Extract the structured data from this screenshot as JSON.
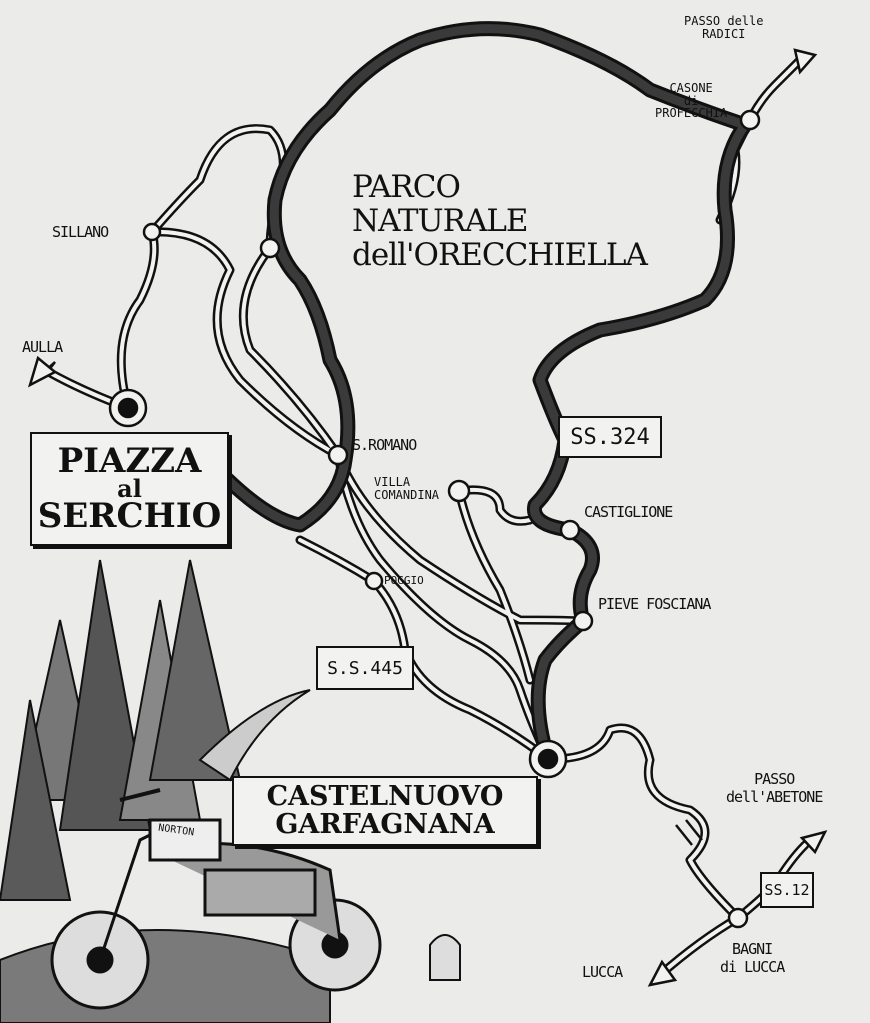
{
  "park": {
    "line1": "PARCO",
    "line2": "NATURALE",
    "line3": "dell'ORECCHIELLA"
  },
  "towns": {
    "piazza": {
      "line1": "PIAZZA",
      "line2": "al",
      "line3": "SERCHIO"
    },
    "castelnuovo": {
      "line1": "CASTELNUOVO",
      "line2": "GARFAGNANA"
    },
    "sillano": "SILLANO",
    "aulla": "AULLA",
    "san_romano": "S.ROMANO",
    "villa_comandina": {
      "line1": "VILLA",
      "line2": "COMANDINA"
    },
    "castiglione": "CASTIGLIONE",
    "pieve_fosciana": "PIEVE FOSCIANA",
    "poggio": "POGGIO",
    "casone": {
      "line1": "CASONE",
      "line2": "di",
      "line3": "PROFECCHIA"
    },
    "passo_radici": {
      "line1": "PASSO delle",
      "line2": "RADICI"
    },
    "passo_abetone": {
      "line1": "PASSO",
      "line2": "dell'ABETONE"
    },
    "bagni": {
      "line1": "BAGNI",
      "line2": "di LUCCA"
    },
    "lucca": "LUCCA"
  },
  "roads": {
    "ss324": "SS.324",
    "ss445": "S.S.445",
    "ss12": "SS.12"
  },
  "motorcycle_badge": "NORTON",
  "colors": {
    "paper": "#ebebe9",
    "ink": "#111111",
    "main_road": "#3a3a3a"
  }
}
